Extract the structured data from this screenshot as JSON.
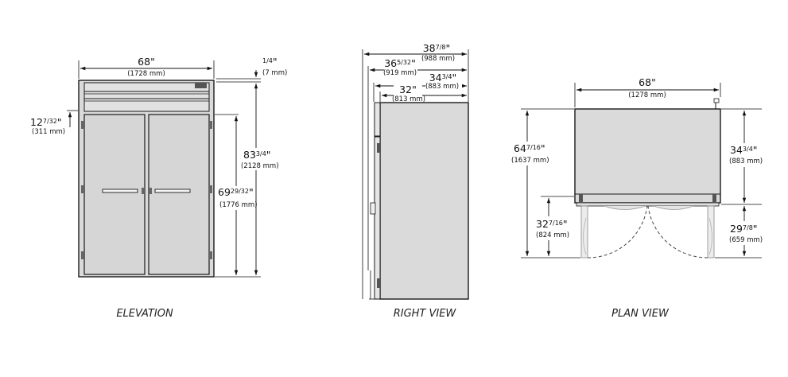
{
  "views": {
    "elevation": "ELEVATION",
    "right": "RIGHT VIEW",
    "plan": "PLAN VIEW"
  },
  "elevation": {
    "width": {
      "whole": "68",
      "frac": "",
      "unit": "\"",
      "metric": "(1728 mm)"
    },
    "top_gap": {
      "whole": "",
      "frac": "1/4",
      "unit": "\"",
      "metric": "(7 mm)"
    },
    "panel_height": {
      "whole": "12",
      "frac": "7/32",
      "unit": "\"",
      "metric": "(311 mm)"
    },
    "total_height": {
      "whole": "83",
      "frac": "3/4",
      "unit": "\"",
      "metric": "(2128 mm)"
    },
    "door_height": {
      "whole": "69",
      "frac": "29/32",
      "unit": "\"",
      "metric": "(1776 mm)"
    }
  },
  "right_view": {
    "d1": {
      "whole": "38",
      "frac": "7/8",
      "unit": "\"",
      "metric": "(988 mm)"
    },
    "d2": {
      "whole": "36",
      "frac": "5/32",
      "unit": "\"",
      "metric": "(919 mm)"
    },
    "d3": {
      "whole": "34",
      "frac": "3/4",
      "unit": "\"",
      "metric": "(883 mm)"
    },
    "d4": {
      "whole": "32",
      "frac": "",
      "unit": "\"",
      "metric": "(813 mm)"
    }
  },
  "plan_view": {
    "width": {
      "whole": "68",
      "frac": "",
      "unit": "\"",
      "metric": "(1278 mm)"
    },
    "total_depth": {
      "whole": "64",
      "frac": "7/16",
      "unit": "\"",
      "metric": "(1637 mm)"
    },
    "body_depth": {
      "whole": "34",
      "frac": "3/4",
      "unit": "\"",
      "metric": "(883 mm)"
    },
    "door_swing_left": {
      "whole": "32",
      "frac": "7/16",
      "unit": "\"",
      "metric": "(824 mm)"
    },
    "door_swing_right": {
      "whole": "29",
      "frac": "7/8",
      "unit": "\"",
      "metric": "(659 mm)"
    }
  }
}
